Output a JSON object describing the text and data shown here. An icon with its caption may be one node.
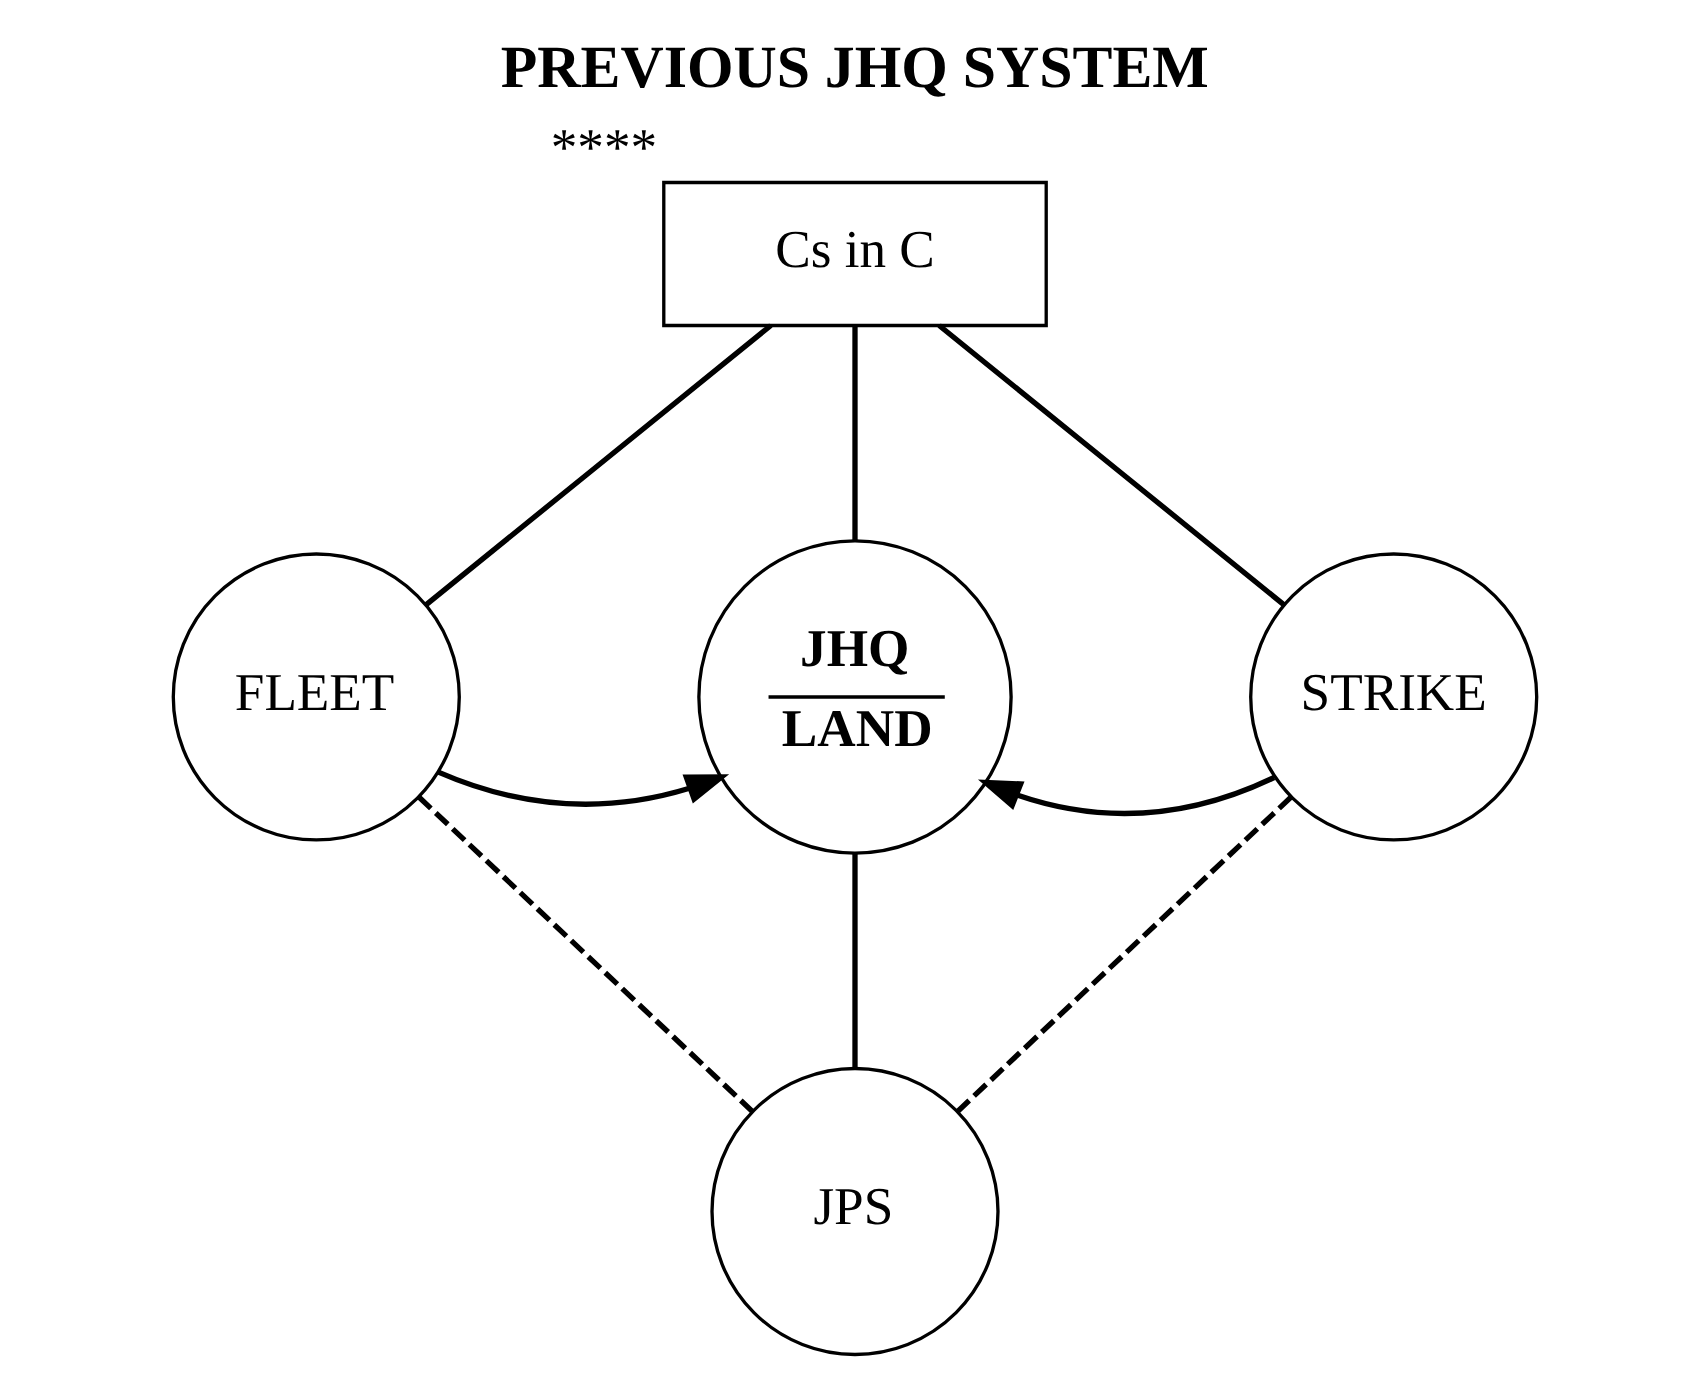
{
  "diagram": {
    "title": "PREVIOUS JHQ SYSTEM",
    "nodes": [
      {
        "text": [
          "Cs in C"
        ],
        "beside": [
          "****"
        ]
      },
      {
        "text": [
          "FLEET"
        ]
      },
      {
        "text": [
          "JHQ",
          "LAND"
        ]
      },
      {
        "text": [
          "STRIKE"
        ]
      },
      {
        "text": [
          "JPS"
        ]
      }
    ],
    "edges": [
      {
        "from": 0,
        "to": 1,
        "arrow": "none"
      },
      {
        "from": 0,
        "to": 2,
        "arrow": "none"
      },
      {
        "from": 0,
        "to": 3,
        "arrow": "none"
      },
      {
        "from": 1,
        "to": 2,
        "arrow": "to"
      },
      {
        "from": 3,
        "to": 2,
        "arrow": "to"
      },
      {
        "from": 1,
        "to": 4,
        "arrow": "none",
        "style": "dashed"
      },
      {
        "from": 2,
        "to": 4,
        "arrow": "none"
      },
      {
        "from": 3,
        "to": 4,
        "arrow": "none",
        "style": "dashed"
      }
    ]
  }
}
